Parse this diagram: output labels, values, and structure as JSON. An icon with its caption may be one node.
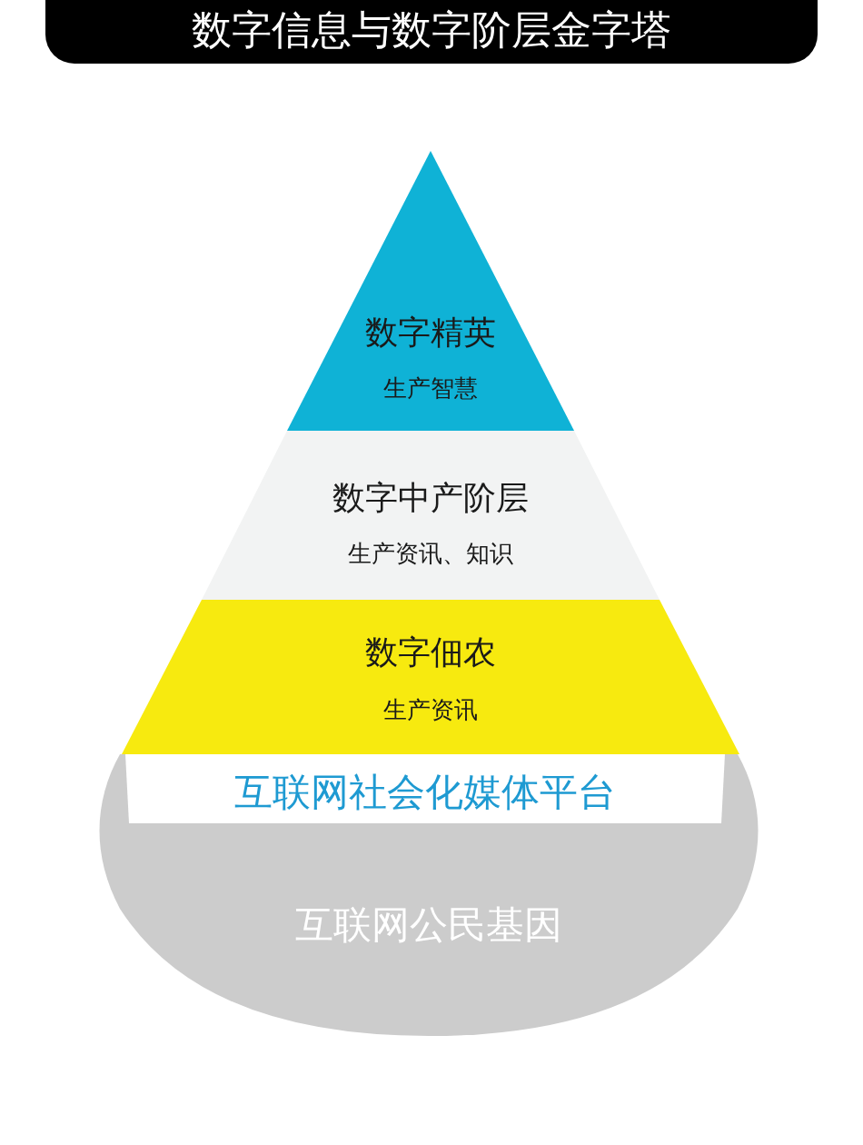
{
  "diagram": {
    "title": "数字信息与数字阶层金字塔",
    "nodes": [
      {
        "text": [
          "数字精英",
          "生产智慧"
        ]
      },
      {
        "text": [
          "数字中产阶层",
          "生产资讯、知识"
        ]
      },
      {
        "text": [
          "数字佃农",
          "生产资讯"
        ]
      },
      {
        "text": [
          "互联网公民基因"
        ]
      },
      {
        "text": [
          "互联网社会化媒体平台"
        ],
        "in": 3
      }
    ]
  }
}
